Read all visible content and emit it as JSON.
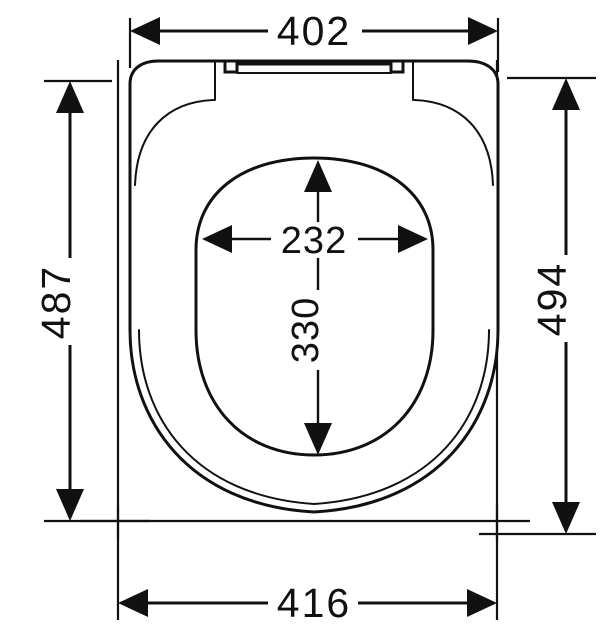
{
  "drawing": {
    "title": "Toilet seat outline dimensional drawing",
    "units": "mm",
    "line_color": "#111111",
    "background_color": "#ffffff",
    "dimensions": {
      "top_width": "402",
      "left_height": "487",
      "right_height": "494",
      "inner_width": "232",
      "inner_height": "330",
      "bottom_width": "416"
    }
  }
}
